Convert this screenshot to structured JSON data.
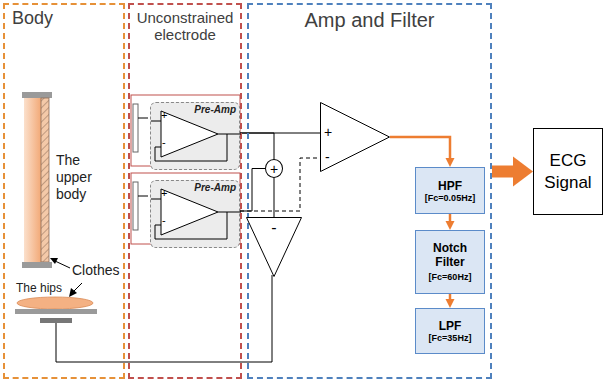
{
  "diagram": {
    "nodes": [
      {
        "text": [
          "Body"
        ]
      },
      {
        "text": [
          "Unconstrained electrode"
        ]
      },
      {
        "text": [
          "Amp and Filter"
        ]
      },
      {
        "text": [
          "Pre-Amp"
        ],
        "in": 1
      },
      {
        "text": [
          "Pre-Amp"
        ],
        "in": 1
      },
      {
        "text": [
          "+"
        ],
        "in": 2
      },
      {
        "text": [
          "+",
          "-"
        ],
        "in": 2
      },
      {
        "text": [
          "HPF",
          "[Fc=0.05Hz]"
        ],
        "in": 2
      },
      {
        "text": [
          "Notch Filter",
          "[Fc=60Hz]"
        ],
        "in": 2
      },
      {
        "text": [
          "LPF",
          "[Fc=35Hz]"
        ],
        "in": 2
      },
      {
        "text": [
          "-"
        ],
        "in": 2
      },
      {
        "text": [
          "ECG Signal"
        ]
      }
    ],
    "edges": [
      {
        "from": 3,
        "to": 6,
        "arrow": "none"
      },
      {
        "from": 4,
        "to": 6,
        "arrow": "none"
      },
      {
        "from": 3,
        "to": 5,
        "arrow": "none"
      },
      {
        "from": 4,
        "to": 5,
        "arrow": "none"
      },
      {
        "from": 5,
        "to": 10,
        "arrow": "none"
      },
      {
        "from": 6,
        "to": 7,
        "arrow": "to"
      },
      {
        "from": 7,
        "to": 8,
        "arrow": "to"
      },
      {
        "from": 8,
        "to": 9,
        "arrow": "to"
      },
      {
        "from": 2,
        "to": 11,
        "arrow": "to"
      }
    ],
    "labels": [
      "The upper body",
      "The hips",
      "Clothes",
      "+",
      "-",
      "+",
      "-"
    ]
  }
}
